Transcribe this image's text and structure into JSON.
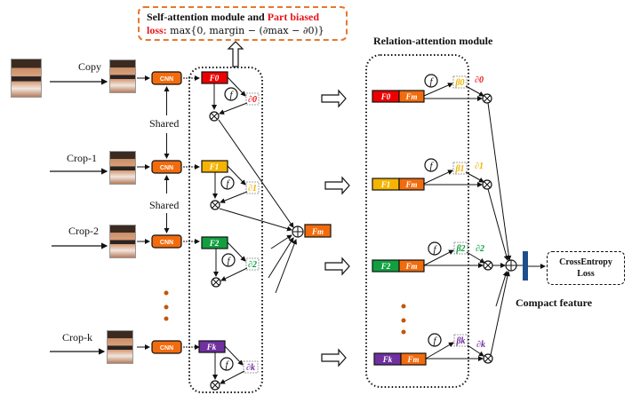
{
  "loss_box": {
    "line1_bold": "Self-attention module and ",
    "line1_red": "Part biased",
    "line2_red": "loss:",
    "formula": " max{0, margin − (∂max − ∂0)}"
  },
  "relation_title": "Relation-attention module",
  "inputs": [
    {
      "label": "Copy"
    },
    {
      "label": "Crop-1"
    },
    {
      "label": "Crop-2"
    },
    {
      "label": "Crop-k"
    }
  ],
  "shared_label": "Shared",
  "cnn_label": "CNN",
  "f_label": "f",
  "features": [
    {
      "name": "F0",
      "color": "#ee0000",
      "alpha": "∂0",
      "beta": "β0",
      "alpha_color": "#e8141a",
      "beta_color": "#f0b400"
    },
    {
      "name": "F1",
      "color": "#f5b400",
      "alpha": "∂1",
      "beta": "β1",
      "alpha_color": "#f0b400",
      "beta_color": "#f0b400"
    },
    {
      "name": "F2",
      "color": "#10a040",
      "alpha": "∂2",
      "beta": "β2",
      "alpha_color": "#10a040",
      "beta_color": "#10a040"
    },
    {
      "name": "Fk",
      "color": "#7030a0",
      "alpha": "∂k",
      "beta": "βk",
      "alpha_color": "#7030a0",
      "beta_color": "#7030a0"
    }
  ],
  "fm_label": "Fm",
  "fm_color": "#f26c0d",
  "cnn_color": "#f26c0d",
  "compact_color": "#1f4e8c",
  "compact_label": "Compact feature",
  "ce_line1": "CrossEntropy",
  "ce_line2": "Loss"
}
